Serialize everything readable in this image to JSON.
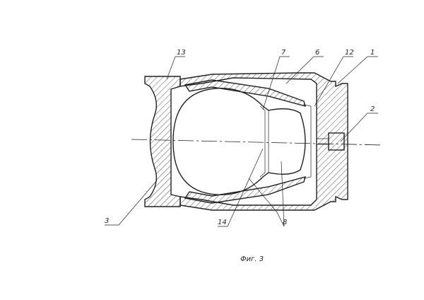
{
  "figure": {
    "caption": "Фиг. 3"
  },
  "callouts": [
    {
      "id": "13",
      "text": "13"
    },
    {
      "id": "7",
      "text": "7"
    },
    {
      "id": "6",
      "text": "6"
    },
    {
      "id": "12",
      "text": "12"
    },
    {
      "id": "1",
      "text": "1"
    },
    {
      "id": "2",
      "text": "2"
    },
    {
      "id": "3",
      "text": "3"
    },
    {
      "id": "14",
      "text": "14"
    },
    {
      "id": "8",
      "text": "8"
    }
  ]
}
